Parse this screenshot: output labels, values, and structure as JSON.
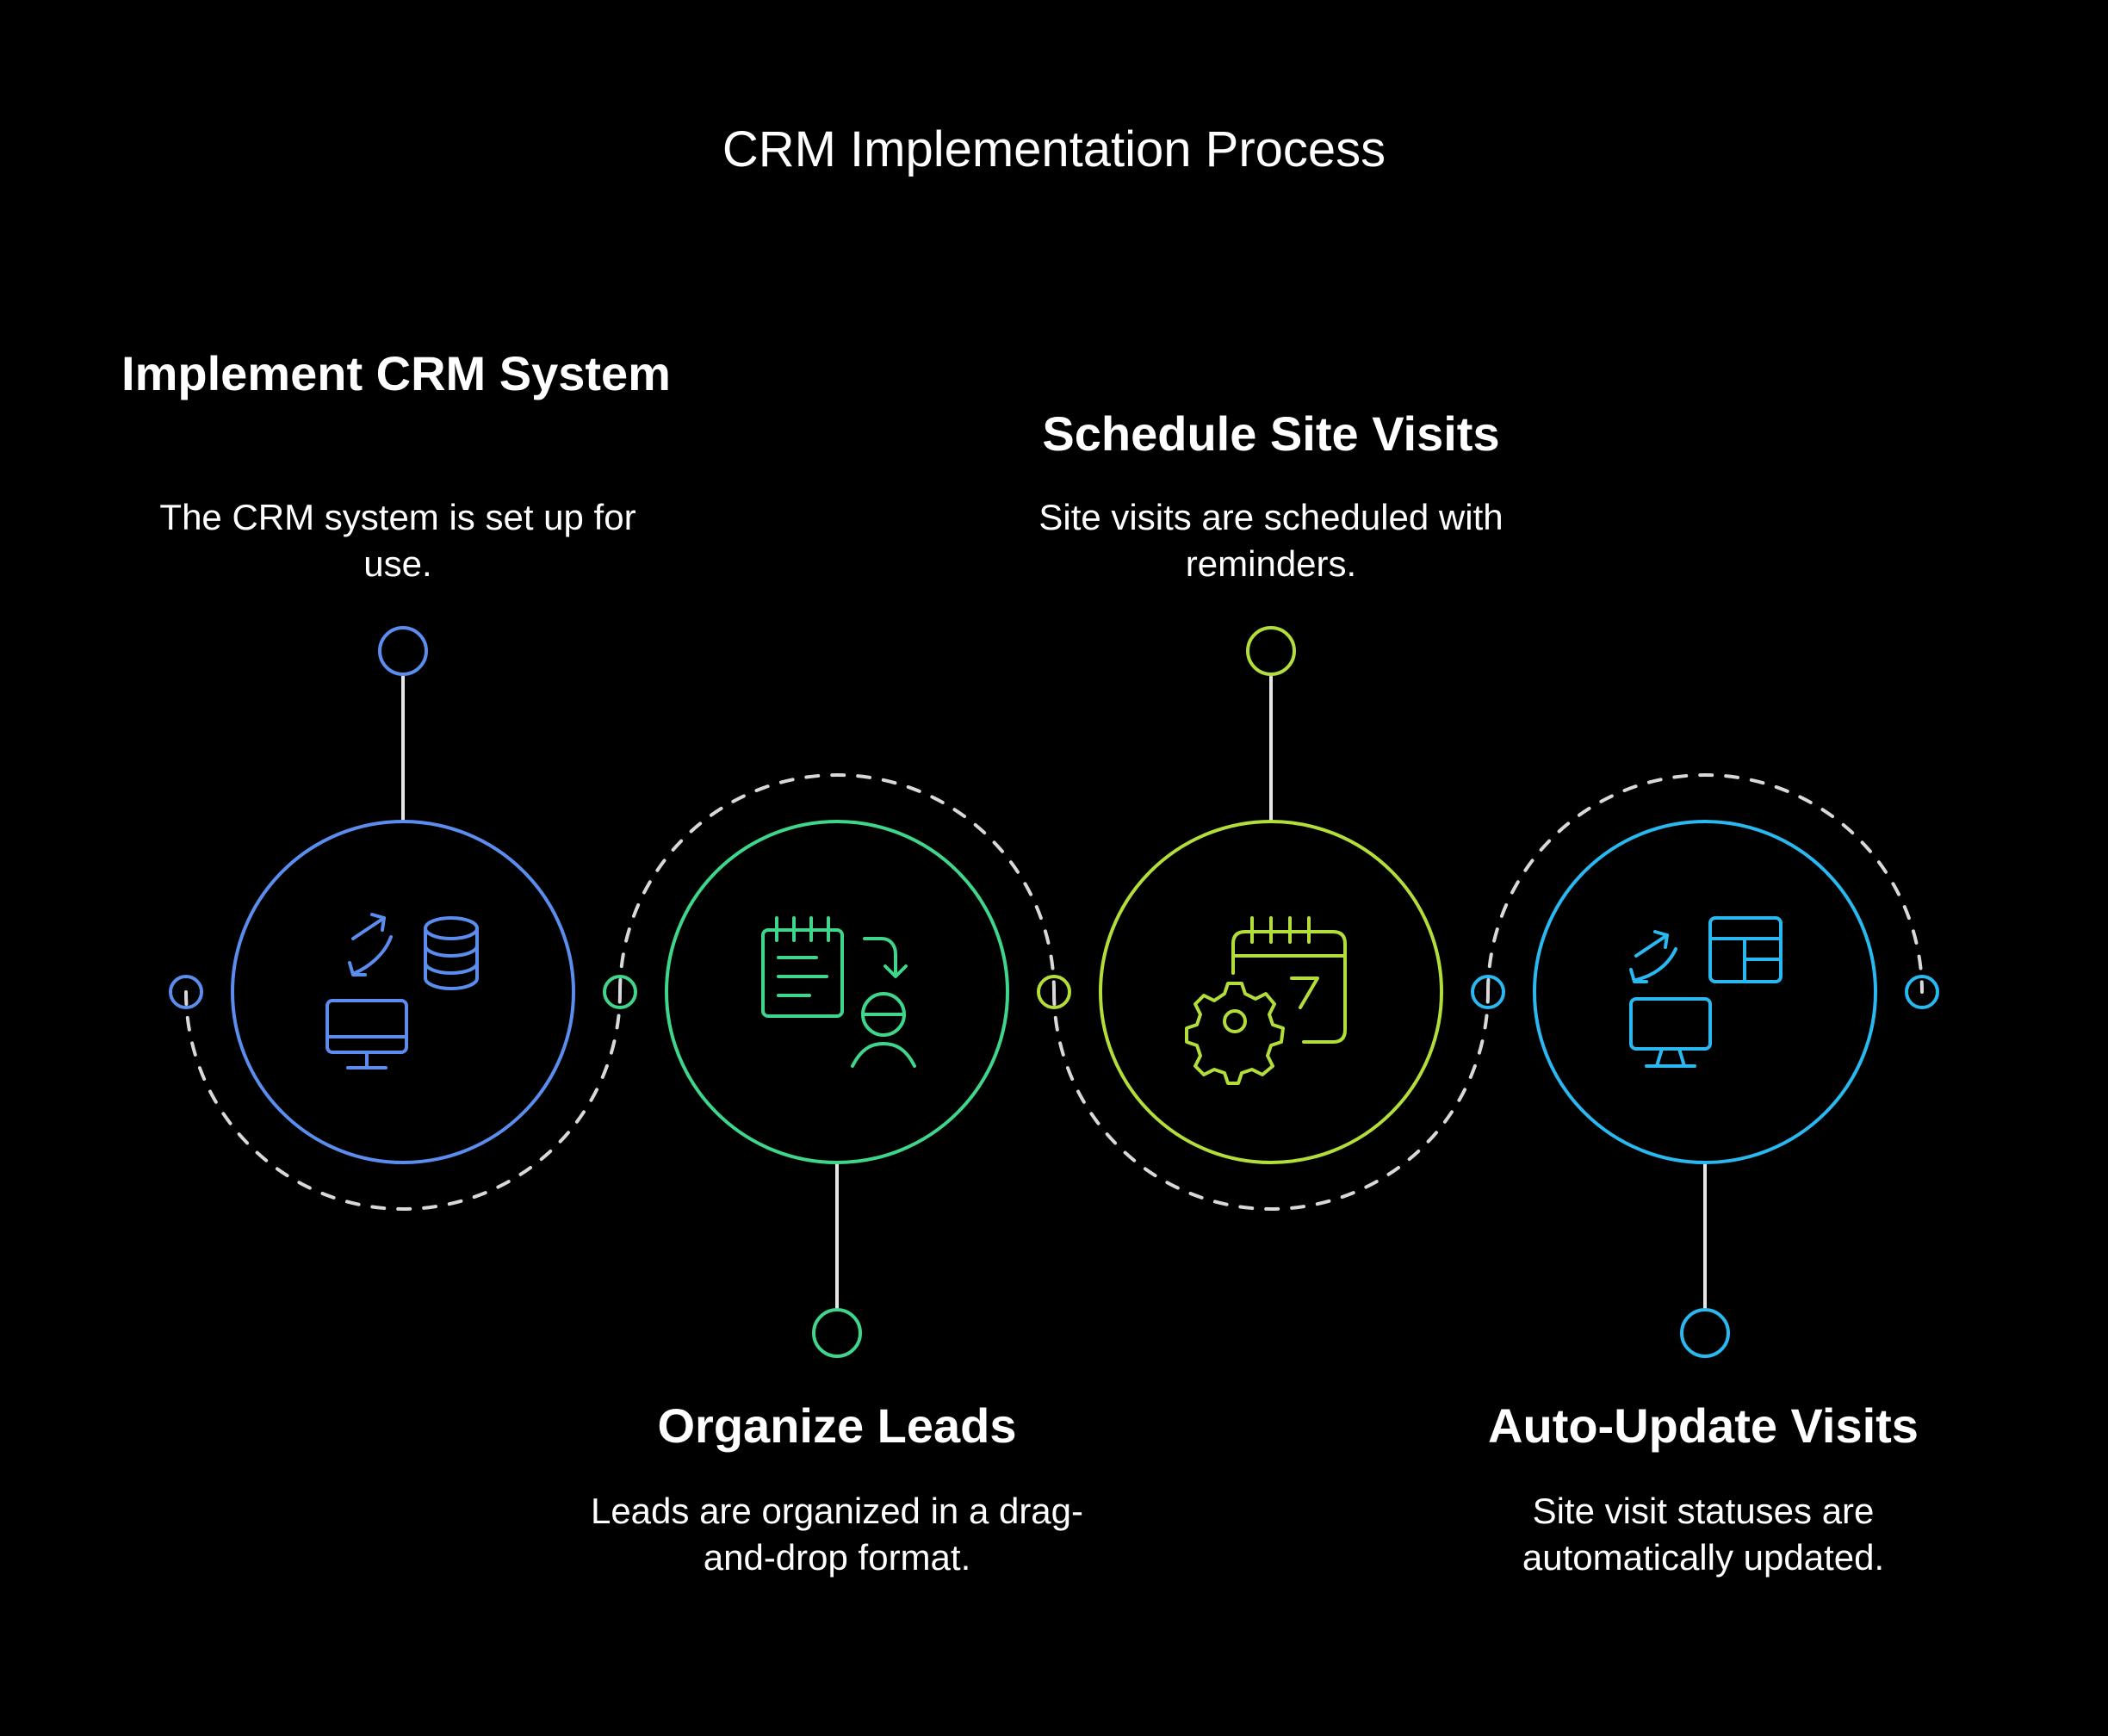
{
  "title": "CRM Implementation Process",
  "colors": {
    "background": "#000000",
    "dashed_path": "#d9d9d9",
    "connector": "#e6e6e6"
  },
  "steps": [
    {
      "title": "Implement CRM System",
      "description": "The CRM system is set up for use.",
      "color": "#5b8def",
      "icons": [
        "sync-arrows-icon",
        "database-icon",
        "monitor-icon"
      ]
    },
    {
      "title": "Organize Leads",
      "description": "Leads are organized in a drag-and-drop format.",
      "color": "#3fd68c",
      "icons": [
        "clipboard-icon",
        "arrow-down-icon",
        "person-icon"
      ]
    },
    {
      "title": "Schedule Site Visits",
      "description": "Site visits are scheduled with reminders.",
      "color": "#b3dd3a",
      "icons": [
        "calendar-icon",
        "gear-icon"
      ]
    },
    {
      "title": "Auto-Update Visits",
      "description": "Site visit statuses are automatically updated.",
      "color": "#2ab8f0",
      "icons": [
        "sync-arrows-icon",
        "table-icon",
        "monitor-icon"
      ]
    }
  ]
}
